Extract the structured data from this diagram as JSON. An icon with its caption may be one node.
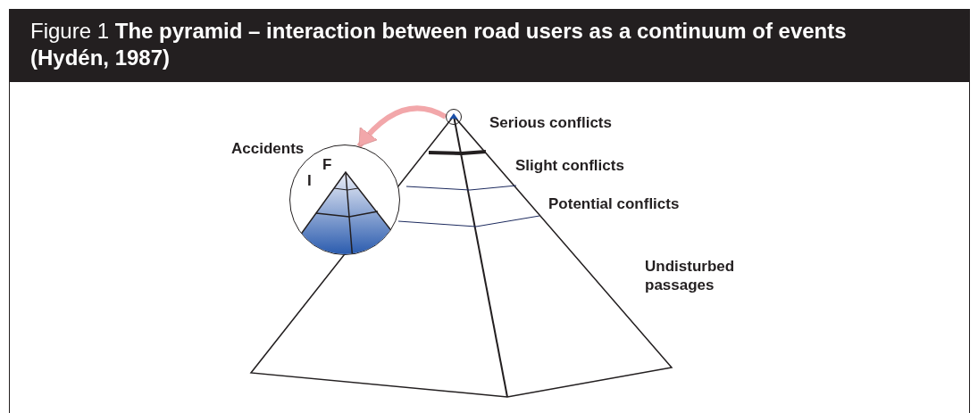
{
  "diagram": {
    "title": "Figure 1 **The pyramid – interaction between road users as a continuum of events (Hydén, 1987)**",
    "nodes": [
      {
        "text": [],
        "shape": "circle"
      },
      {
        "text": [
          "Accidents",
          "F",
          "I"
        ]
      }
    ],
    "edges": [
      {
        "from": 0,
        "to": 1,
        "arrow": "to",
        "color": "#f2a7aa"
      }
    ],
    "labels": [
      "Serious conflicts",
      "Slight conflicts",
      "Potential conflicts",
      "Undisturbed passages"
    ]
  }
}
